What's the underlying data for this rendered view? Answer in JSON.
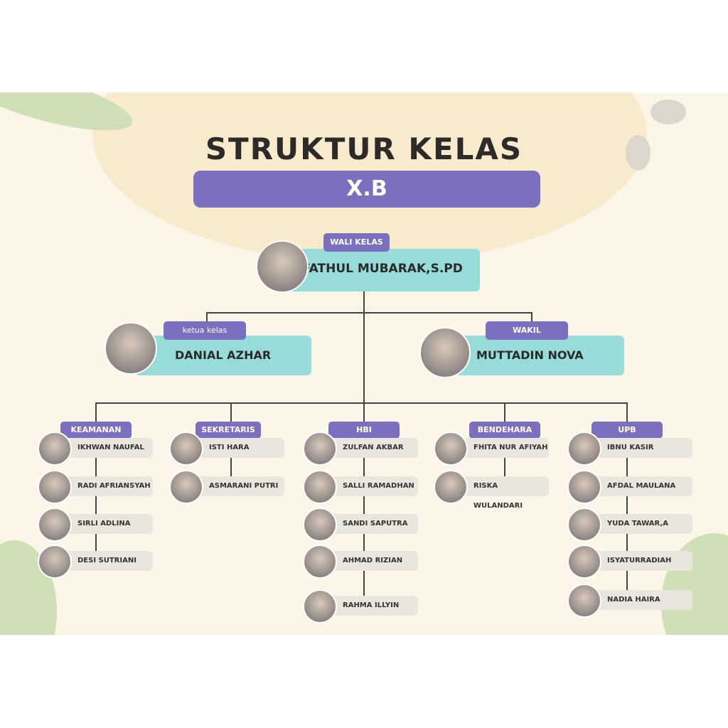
{
  "title": "STRUKTUR KELAS",
  "class_name": "X.B",
  "wali_kelas": {
    "role": "WALI KELAS",
    "name": "FATHUL MUBARAK,S.PD"
  },
  "ketua": {
    "role": "ketua kelas",
    "name": "DANIAL AZHAR"
  },
  "wakil": {
    "role": "WAKIL",
    "name": "MUTTADIN NOVA"
  },
  "colors": {
    "accent": "#7b70c0",
    "teal": "#98dcd9",
    "background": "#fcf6e9",
    "leaf": "#c8dbb0"
  },
  "groups": [
    {
      "role": "KEAMANAN",
      "members": [
        "IKHWAN NAUFAL",
        "RADI AFRIANSYAH",
        "SIRLI ADLINA",
        "DESI SUTRIANI"
      ]
    },
    {
      "role": "SEKRETARIS",
      "members": [
        "ISTI HARA",
        "ASMARANI PUTRI"
      ]
    },
    {
      "role": "HBI",
      "members": [
        "ZULFAN AKBAR",
        "SALLI RAMADHAN",
        "SANDI SAPUTRA",
        "AHMAD RIZIAN",
        "RAHMA ILLYIN"
      ]
    },
    {
      "role": "BENDEHARA",
      "members": [
        "FHITA NUR AFIYAH",
        "RISKA WULANDARI"
      ]
    },
    {
      "role": "UPB",
      "members": [
        "IBNU KASIR",
        "AFDAL MAULANA",
        "YUDA TAWAR,A",
        "ISYATURRADIAH",
        "NADIA HAIRA"
      ]
    }
  ]
}
